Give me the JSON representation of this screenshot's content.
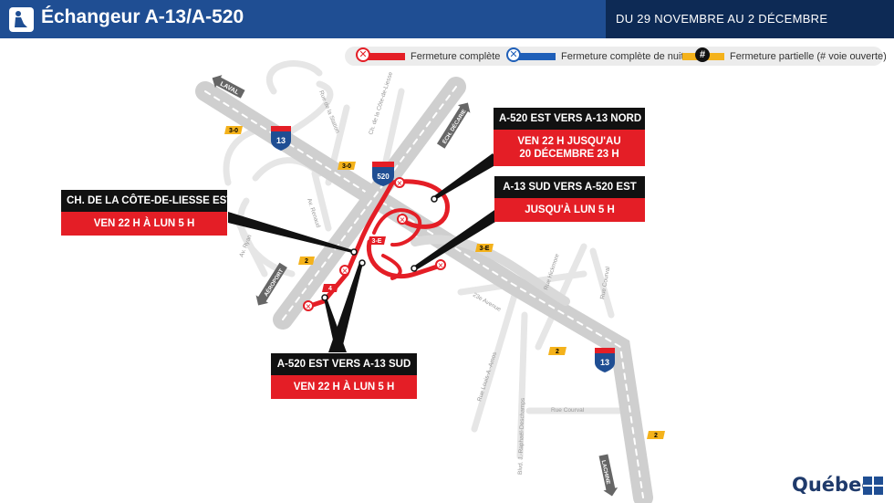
{
  "header": {
    "title": "Échangeur A-13/A-520",
    "dates": "DU 29 NOVEMBRE AU 2 DÉCEMBRE"
  },
  "legend": {
    "full_closure": "Fermeture complète",
    "night_closure": "Fermeture complète de nuit",
    "partial_closure": "Fermeture partielle (# voie ouverte)",
    "partial_badge": "#"
  },
  "colors": {
    "red": "#e41e26",
    "blue": "#1f5fb8",
    "yellow": "#f4b21b",
    "navy": "#1f4e93"
  },
  "callouts": {
    "a520_est_a13_nord": {
      "title": "A-520 EST VERS A-13 NORD",
      "line1": "VEN 22 H JUSQU'AU",
      "line2": "20 DÉCEMBRE 23 H"
    },
    "a13_sud_a520_est": {
      "title": "A-13 SUD VERS A-520 EST",
      "line1": "JUSQU'À LUN 5 H"
    },
    "cote_de_liesse_est": {
      "title": "CH. DE LA CÔTE-DE-LIESSE EST",
      "line1": "VEN 22 H À LUN 5 H"
    },
    "a520_est_a13_sud": {
      "title": "A-520 EST VERS A-13 SUD",
      "line1": "VEN 22 H À LUN 5 H"
    }
  },
  "directions": {
    "laval": "LAVAL",
    "ech_decarie": "ÉCH. DÉCARIE",
    "aeroport": "AÉROPORT",
    "lachine": "LACHINE"
  },
  "shields": {
    "a13": "13",
    "a520": "520"
  },
  "lane_badges": [
    "3-0",
    "3-0",
    "3-E",
    "3-E",
    "2",
    "4",
    "2",
    "2"
  ],
  "streets": {
    "rue_station": "Rue de la Station",
    "ch_cote_liesse": "Ch. de la Côte-de-Liesse",
    "av_renaud": "Av. Renaud",
    "av_ryan": "Av. Ryan",
    "av_23": "23e Avenue",
    "rue_hickmore": "Rue Hickmore",
    "rue_courval_v": "Rue Courval",
    "rue_courval_h": "Rue Courval",
    "rue_louis_amos": "Rue Louis-A.-Amos",
    "blvd_deschamps": "Blvd. J.-Raphaël-Deschamps"
  },
  "logo": "Québec"
}
